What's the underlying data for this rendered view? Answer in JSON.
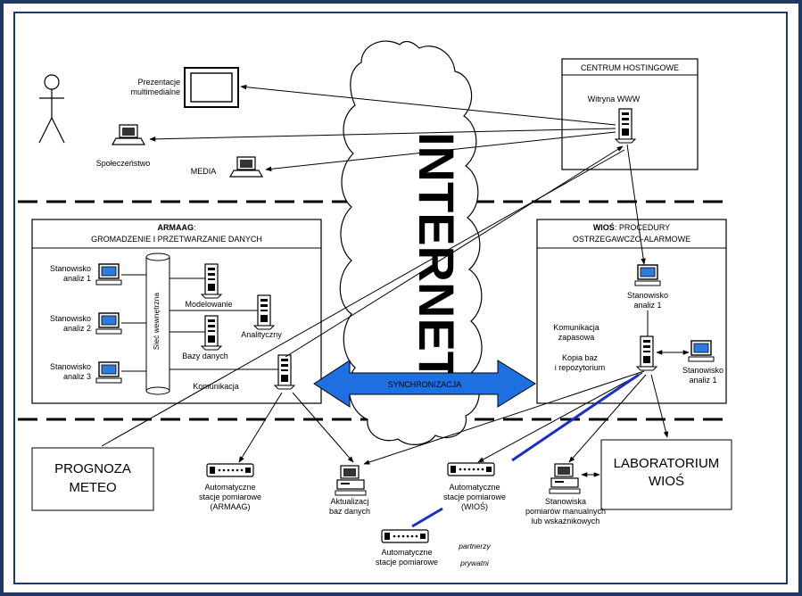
{
  "top": {
    "presentation": [
      "Prezentacje",
      "multimedialne"
    ],
    "society": "Społeczeństwo",
    "media": "MEDIA"
  },
  "hosting": {
    "title": "CENTRUM HOSTINGOWE",
    "website": "Witryna WWW"
  },
  "internet": "INTERNET",
  "armaag": {
    "title_bold": "ARMAAG",
    "title_rest": ":",
    "subtitle": "GROMADZENIE I PRZETWARZANIE DANYCH",
    "workstations": [
      [
        "Stanowisko",
        "analiz 1"
      ],
      [
        "Stanowisko",
        "analiz 2"
      ],
      [
        "Stanowisko",
        "analiz 3"
      ]
    ],
    "network": "Sieć wewnętrzna",
    "modeling": "Modelowanie",
    "analytical": "Analityczny",
    "databases": "Bazy danych",
    "communication": "Komunikacja"
  },
  "sync": "SYNCHRONIZACJA",
  "wios": {
    "title_bold": "WIOŚ",
    "title_rest": ": PROCEDURY",
    "subtitle": "OSTRZEGAWCZO-ALARMOWE",
    "ws1": [
      "Stanowisko",
      "analiz 1"
    ],
    "backup_comm": [
      "Komunikacja",
      "zapasowa"
    ],
    "db_copy": [
      "Kopia baz",
      "i repozytorium"
    ],
    "ws1_right": [
      "Stanowisko",
      "analiz 1"
    ]
  },
  "bottom": {
    "meteo": [
      "PROGNOZA",
      "METEO"
    ],
    "auto_armaag": [
      "Automatyczne",
      "stacje pomiarowe",
      "(ARMAAG)"
    ],
    "db_update": [
      "Aktualizacj",
      "baz danych"
    ],
    "auto_wios": [
      "Automatyczne",
      "stacje pomiarowe",
      "(WIOŚ)"
    ],
    "lab": [
      "LABORATORIUM",
      "WIOŚ"
    ],
    "manual": [
      "Stanowiska",
      "pomiarów manualnych",
      "lub wskaźnikowych"
    ],
    "auto_partners": [
      "Automatyczne",
      "stacje pomiarowe"
    ],
    "partners": [
      "partnerzy",
      "prywatni"
    ]
  },
  "colors": {
    "frame": "#1f3864",
    "accent": "#1e6fe0",
    "link_blue": "#1a2fc9"
  }
}
